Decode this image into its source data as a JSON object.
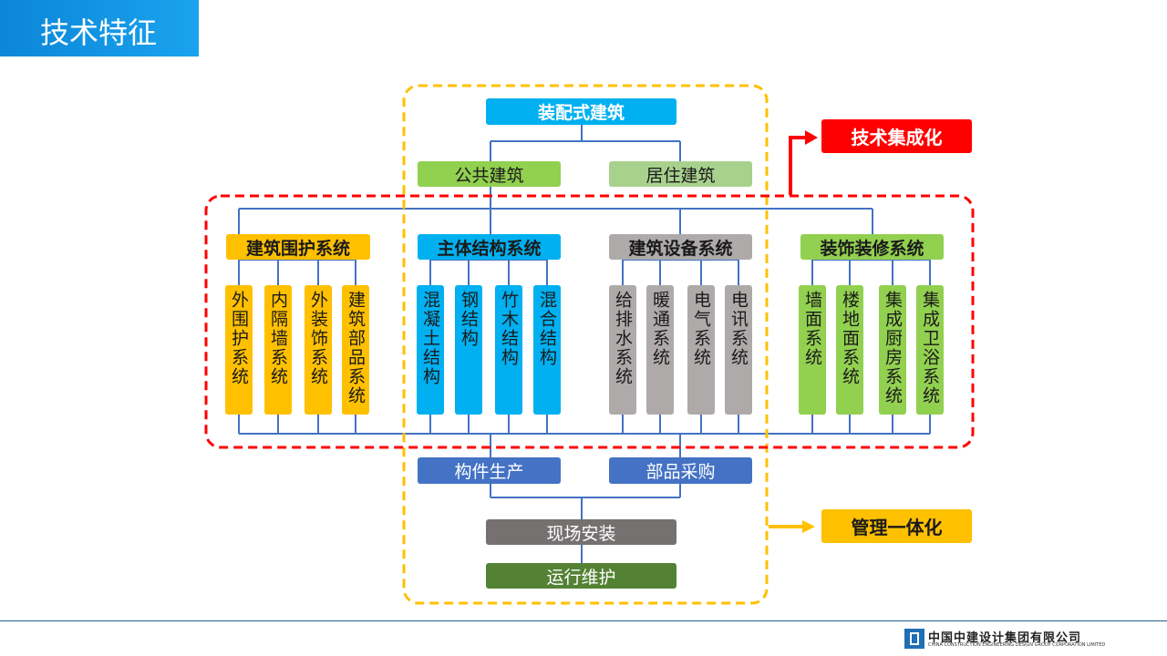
{
  "title": "技术特征",
  "top": "装配式建筑",
  "building_types": [
    "公共建筑",
    "居住建筑"
  ],
  "systems": [
    {
      "name": "建筑围护系统",
      "items": [
        "外围护系统",
        "内隔墙系统",
        "外装饰系统",
        "建筑部品系统"
      ]
    },
    {
      "name": "主体结构系统",
      "items": [
        "混凝土结构",
        "钢结构",
        "竹木结构",
        "混合结构"
      ]
    },
    {
      "name": "建筑设备系统",
      "items": [
        "给排水系统",
        "暖通系统",
        "电气系统",
        "电讯系统"
      ]
    },
    {
      "name": "装饰装修系统",
      "items": [
        "墙面系统",
        "楼地面系统",
        "集成厨房系统",
        "集成卫浴系统"
      ]
    }
  ],
  "production": [
    "构件生产",
    "部品采购"
  ],
  "install": "现场安装",
  "operate": "运行维护",
  "labels": {
    "integration": "技术集成化",
    "management": "管理一体化"
  },
  "colors": {
    "title_bar": "#1296e0",
    "top_box": "#00b0f0",
    "public_building": "#92d050",
    "residential_building": "#a9d18e",
    "envelope": "#ffc000",
    "structure": "#00b0f0",
    "equipment": "#aeaaaa",
    "decoration": "#92d050",
    "production": "#4472c4",
    "install": "#757171",
    "operate": "#548235",
    "integration_label": "#ff0000",
    "management_label": "#ffc000",
    "red_dash": "#ff0000",
    "yellow_dash": "#ffc000",
    "connector": "#4472c4"
  },
  "footer": {
    "logo_icon": "company-logo-icon",
    "company_cn": "中国中建设计集团有限公司",
    "company_en": "CHINA CONSTRUCTION ENGINEERING DESIGN GROUP CORPORATION LIMITED"
  }
}
